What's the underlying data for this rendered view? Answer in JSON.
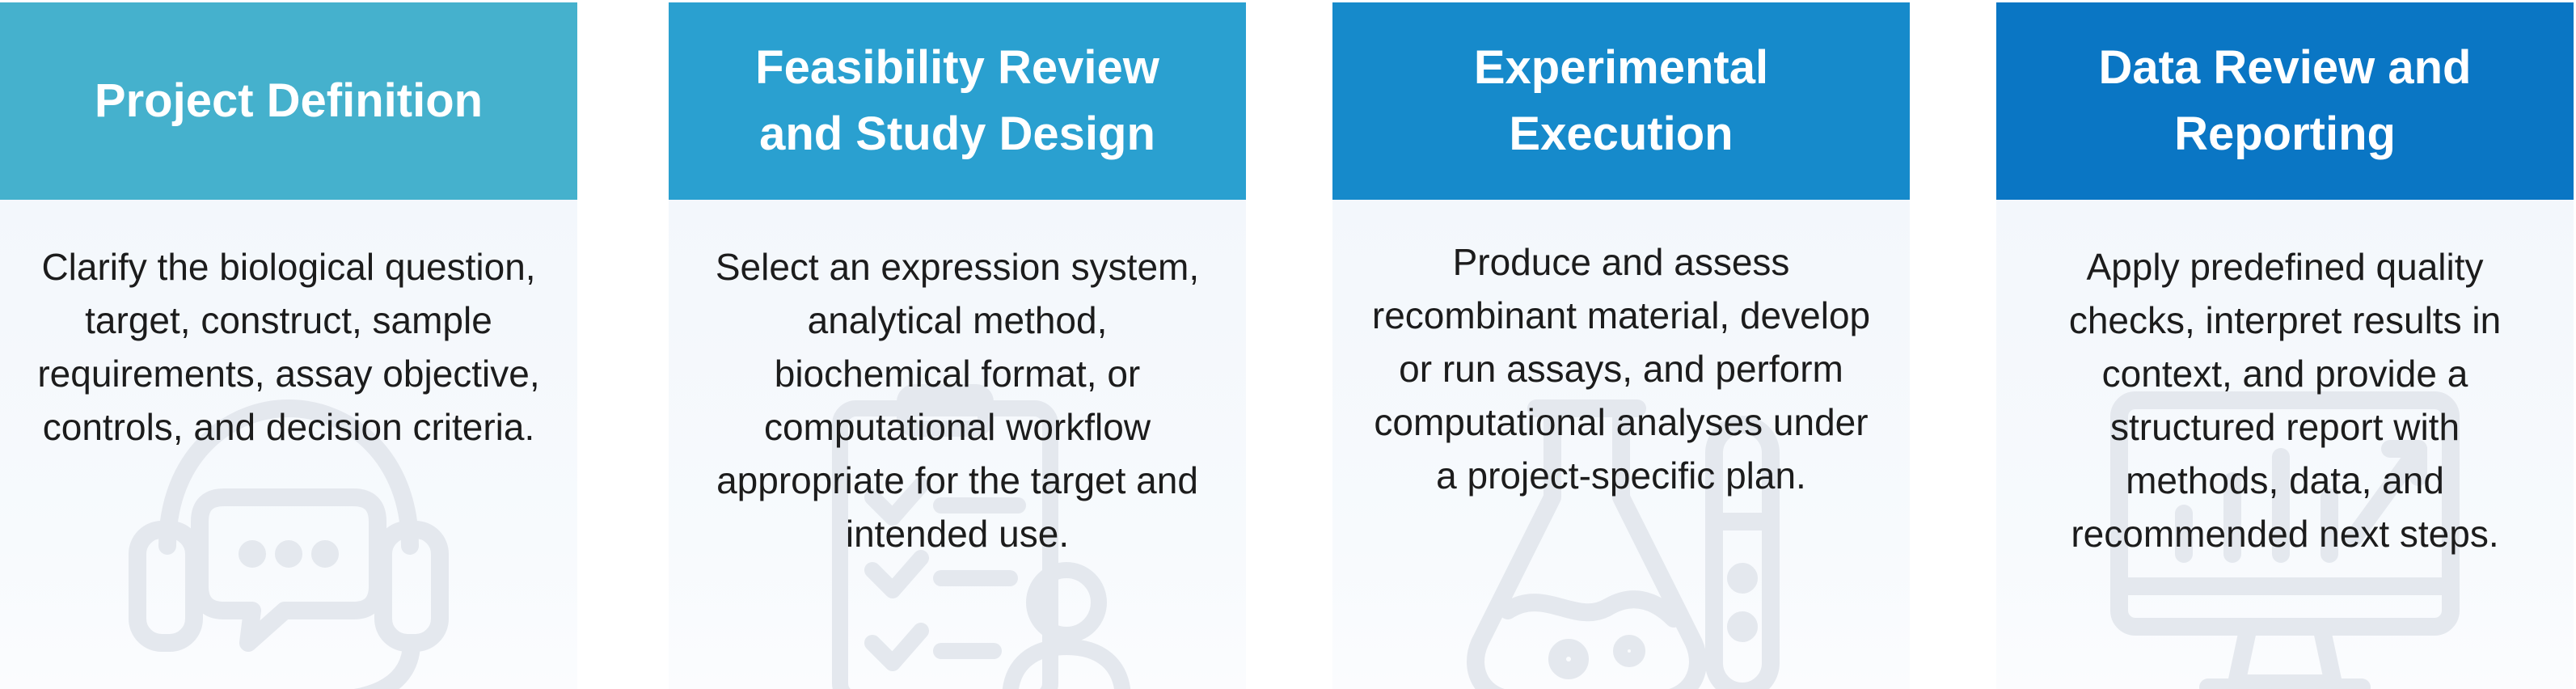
{
  "steps": [
    {
      "title": "Project Definition",
      "description": "Clarify the biological question,\ntarget, construct, sample\nrequirements, assay objective,\ncontrols, and decision criteria.",
      "header_color": "#45b1cd",
      "icon": "headset-chat-icon"
    },
    {
      "title": "Feasibility Review\nand Study Design",
      "description": "Select an expression system,\nanalytical method,\nbiochemical format, or\ncomputational workflow\nappropriate for the target and\nintended use.",
      "header_color": "#2aa0d0",
      "icon": "clipboard-checklist-user-icon"
    },
    {
      "title": "Experimental\nExecution",
      "description": "Produce and assess\nrecombinant material, develop\nor run assays, and perform\ncomputational analyses under\na project-specific plan.",
      "header_color": "#168acb",
      "icon": "flask-test-tube-icon"
    },
    {
      "title": "Data Review and\nReporting",
      "description": "Apply predefined quality\nchecks, interpret results in\ncontext, and provide a\nstructured report with\nmethods, data, and\nrecommended next steps.",
      "header_color": "#0a76c4",
      "icon": "monitor-chart-icon"
    }
  ]
}
